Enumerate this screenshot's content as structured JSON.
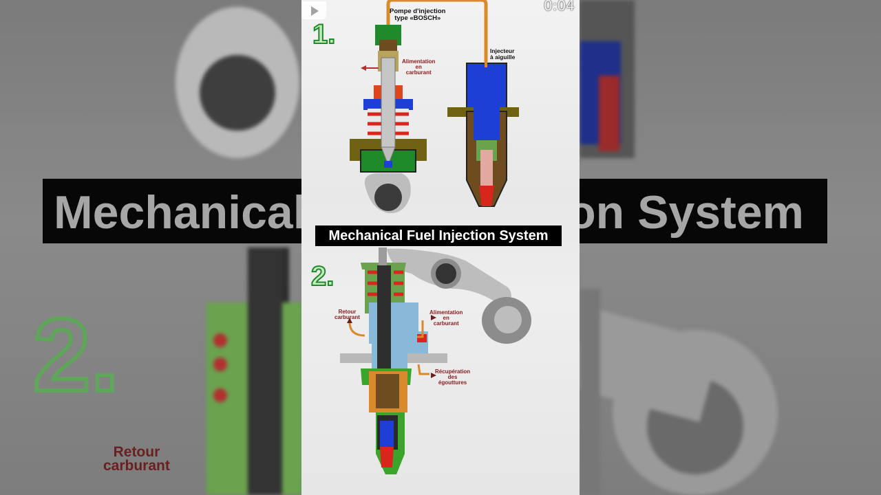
{
  "title": "Mechanical Fuel Injection System",
  "timestamp": "0:04",
  "background": {
    "banner_left": "Mechanical",
    "banner_right": "on System",
    "number": "2.",
    "retour": "Retour\ncarburant"
  },
  "diagram1": {
    "number": "1.",
    "pump_label": "Pompe d'injection\ntype «BOSCH»",
    "injector_label": "Injecteur\nà aiguille",
    "feed_label": "Alimentation\nen\ncarburant"
  },
  "diagram2": {
    "number": "2.",
    "return_label": "Retour\ncarburant",
    "feed_label": "Alimentation\nen\ncarburant",
    "recovery_label": "Récupération\ndes\négouttures"
  },
  "icons": {
    "play": "play-icon"
  },
  "colors": {
    "green": "#1f8a2a",
    "blue": "#1d3fd6",
    "red": "#d8261c",
    "orange": "#d88a2c",
    "olive": "#6f6212"
  }
}
